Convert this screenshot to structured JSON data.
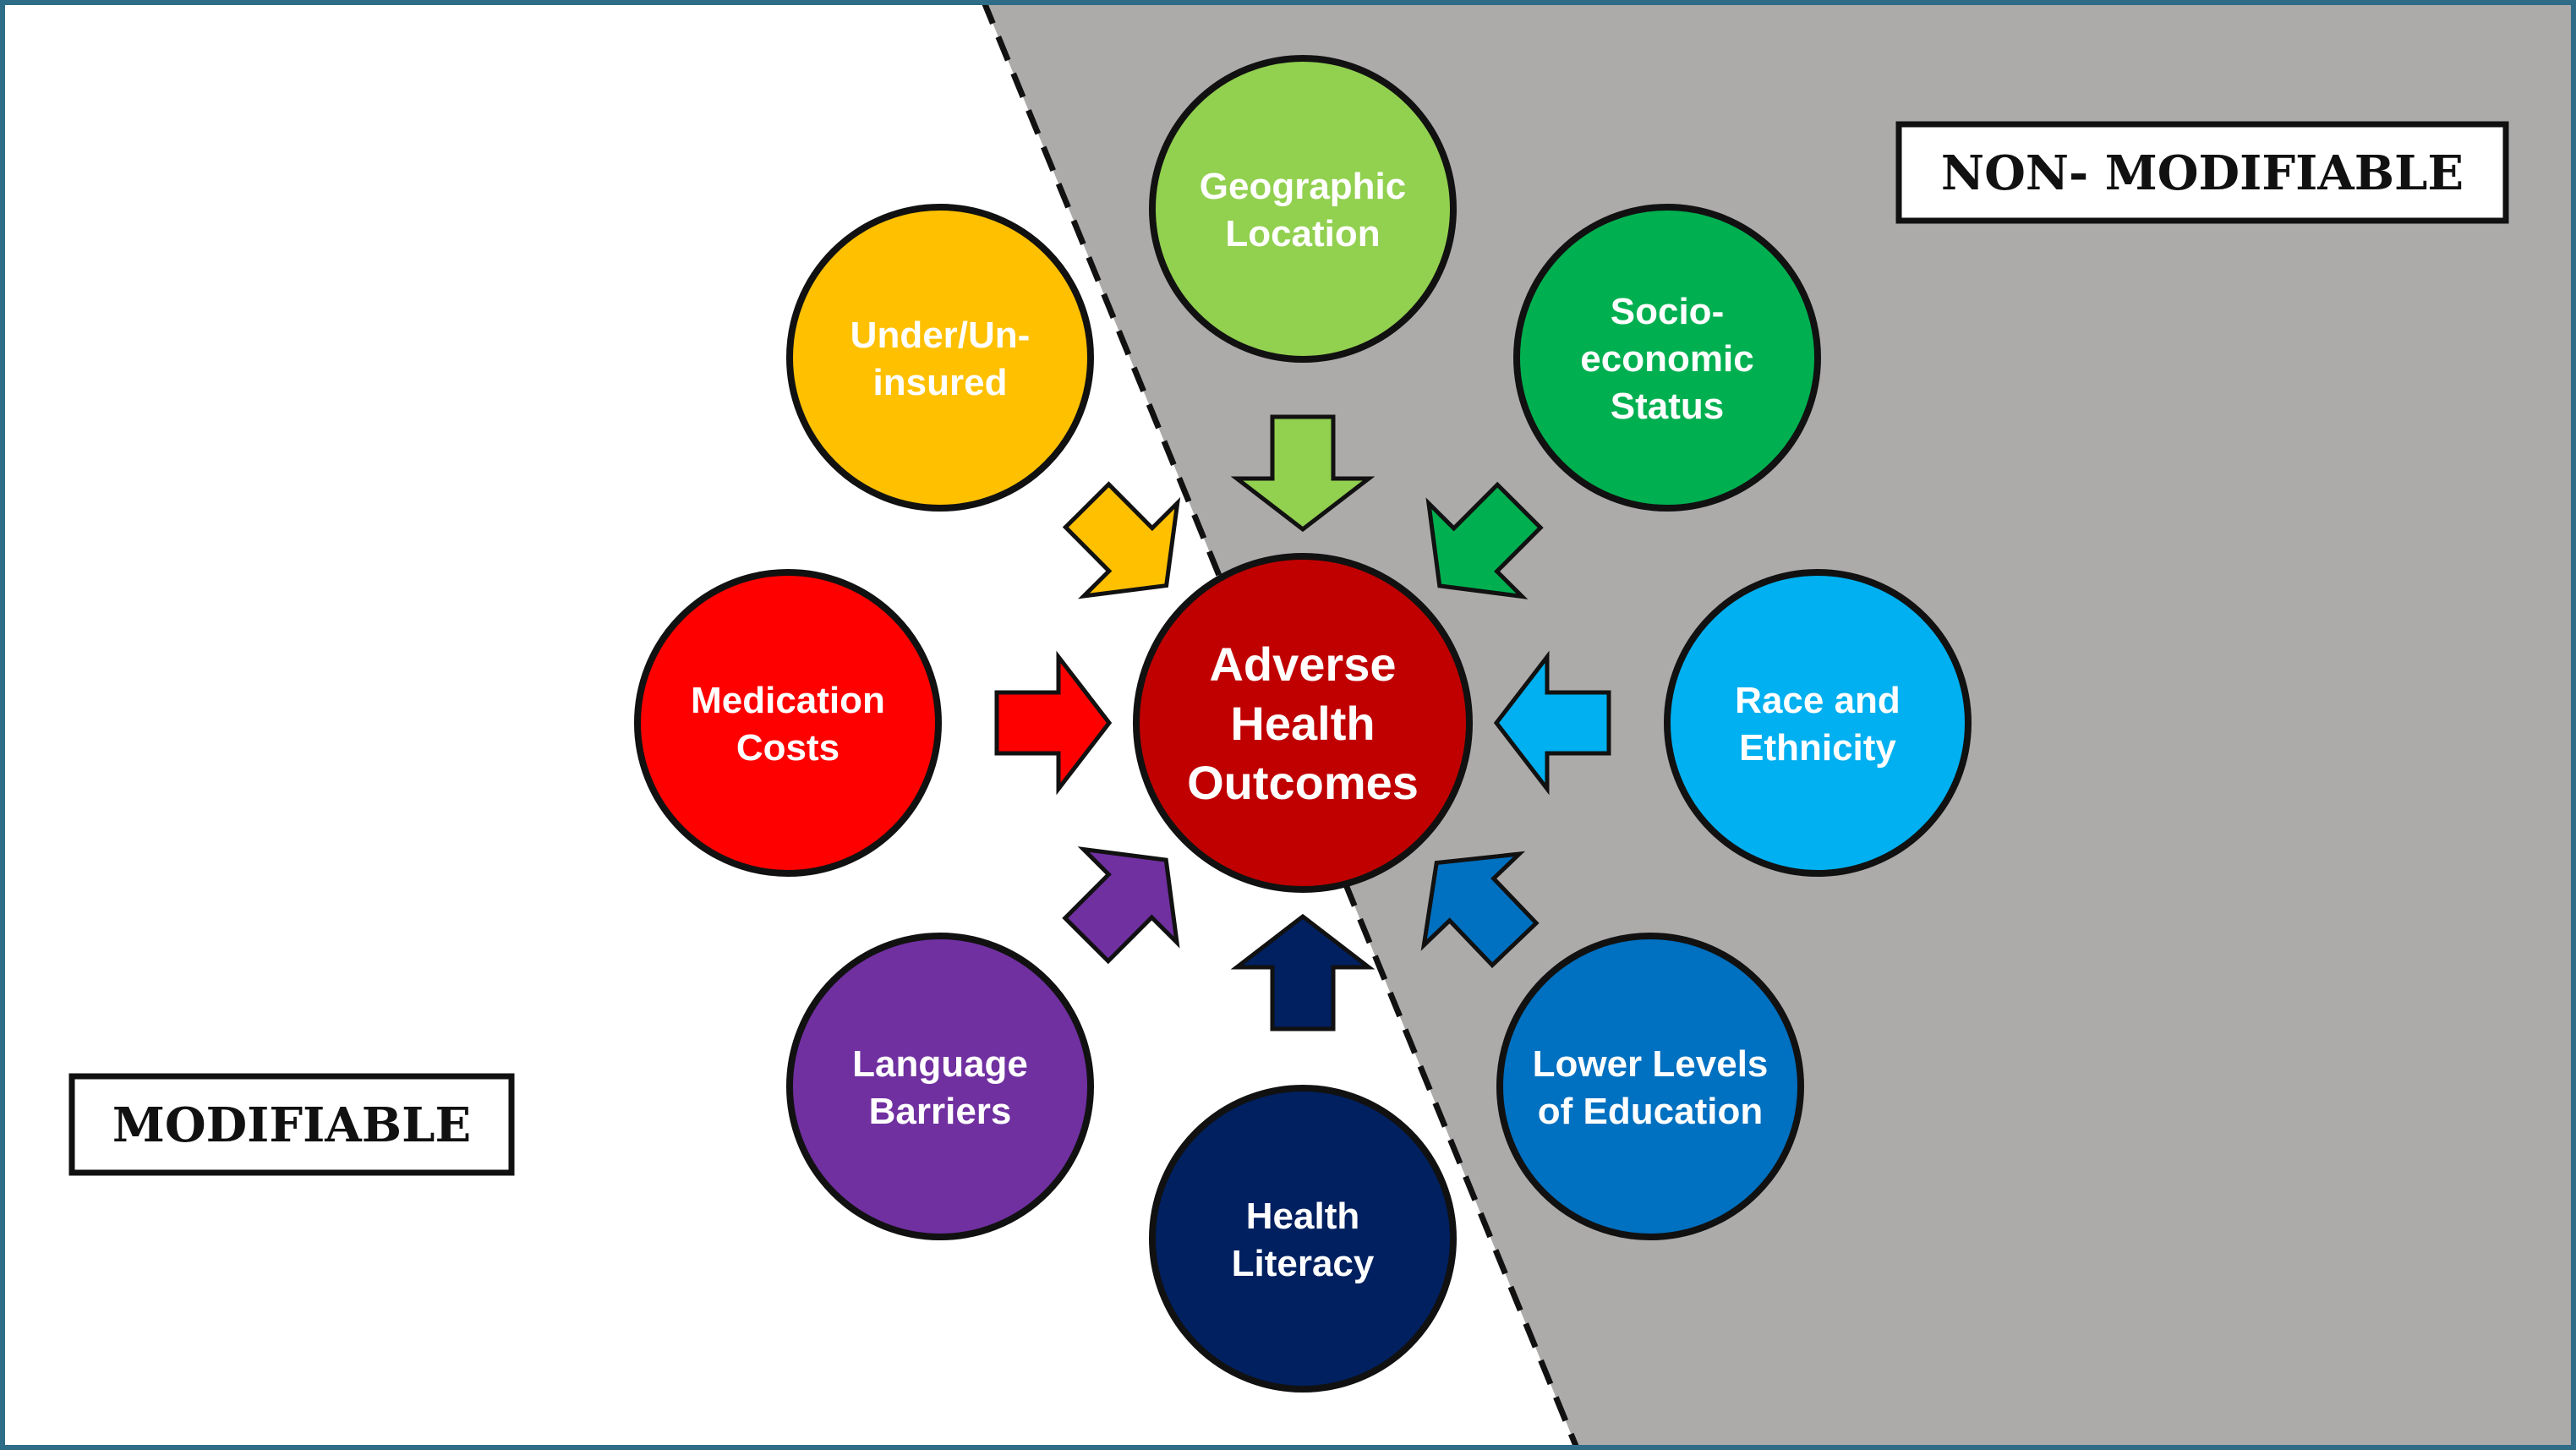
{
  "diagram": {
    "center": {
      "lines": [
        "Adverse",
        "Health",
        "Outcomes"
      ],
      "color": "#C00000"
    },
    "zones": {
      "modifiable": {
        "label": "MODIFIABLE",
        "background": "#FFFFFF"
      },
      "non_modifiable": {
        "label": "NON- MODIFIABLE",
        "background": "#ADAAAA"
      }
    },
    "factors": [
      {
        "id": "geographic-location",
        "lines": [
          "Geographic",
          "Location"
        ],
        "color": "#92D050",
        "zone": "non_modifiable"
      },
      {
        "id": "socioeconomic-status",
        "lines": [
          "Socio-",
          "economic",
          "Status"
        ],
        "color": "#00B050",
        "zone": "non_modifiable"
      },
      {
        "id": "race-and-ethnicity",
        "lines": [
          "Race and",
          "Ethnicity"
        ],
        "color": "#00B0F0",
        "zone": "non_modifiable"
      },
      {
        "id": "lower-levels-of-education",
        "lines": [
          "Lower Levels",
          "of Education"
        ],
        "color": "#0070C0",
        "zone": "non_modifiable"
      },
      {
        "id": "health-literacy",
        "lines": [
          "Health",
          "Literacy"
        ],
        "color": "#002060",
        "zone": "modifiable"
      },
      {
        "id": "language-barriers",
        "lines": [
          "Language",
          "Barriers"
        ],
        "color": "#7030A0",
        "zone": "modifiable"
      },
      {
        "id": "medication-costs",
        "lines": [
          "Medication",
          "Costs"
        ],
        "color": "#FF0000",
        "zone": "modifiable"
      },
      {
        "id": "under-uninsured",
        "lines": [
          "Under/Un-",
          "insured"
        ],
        "color": "#FFC000",
        "zone": "modifiable"
      }
    ]
  }
}
